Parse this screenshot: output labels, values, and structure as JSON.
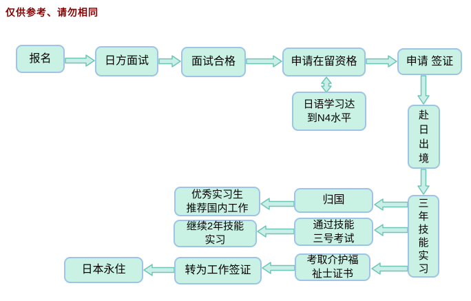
{
  "title": "仅供参考、请勿相同",
  "colors": {
    "box_fill": "#C9F2E4",
    "box_border": "#9DC3E6",
    "arrow_fill": "#C9EFE7",
    "arrow_border": "#6BC5B8",
    "title_color": "#8B0000",
    "text_color": "#000000",
    "background": "#FFFFFF"
  },
  "nodes": {
    "baoming": "报名",
    "rifang_mianshi": "日方面试",
    "mianshi_hege": "面试合格",
    "shenqing_zairyu": "申请在留资格",
    "shenqing_qianzheng": "申请 签证",
    "riyu_n4": "日语学习达\n到N4水平",
    "fu_ri_chujing": "赴\n日\n出\n境",
    "sannian_jineng_shixi": "三\n年\n技\n能\n实\n习",
    "guiguo": "归国",
    "youxiu_tuijian": "优秀实习生\n推荐国内工作",
    "tongguo_sanhao": "通过技能\n三号考试",
    "jixu_2nian": "继续2年技能\n实习",
    "kaoqu_zhengshu": "考取介护福\n祉士证书",
    "zhuanwei_qianzheng": "转为工作签证",
    "riben_yongzhu": "日本永住"
  },
  "edges": [
    {
      "from": "报名",
      "to": "日方面试",
      "style": "arrow-right"
    },
    {
      "from": "日方面试",
      "to": "面试合格",
      "style": "arrow-right"
    },
    {
      "from": "面试合格",
      "to": "申请在留资格",
      "style": "arrow-right"
    },
    {
      "from": "申请在留资格",
      "to": "申请 签证",
      "style": "arrow-right"
    },
    {
      "from": "申请在留资格",
      "to": "日语学习达到N4水平",
      "style": "arrow-both-vertical"
    },
    {
      "from": "申请 签证",
      "to": "赴日出境",
      "style": "arrow-down"
    },
    {
      "from": "赴日出境",
      "to": "三年技能实习",
      "style": "arrow-down"
    },
    {
      "from": "三年技能实习",
      "to": "归国",
      "style": "arrow-left"
    },
    {
      "from": "归国",
      "to": "优秀实习生推荐国内工作",
      "style": "arrow-left"
    },
    {
      "from": "三年技能实习",
      "to": "通过技能三号考试",
      "style": "arrow-left"
    },
    {
      "from": "通过技能三号考试",
      "to": "继续2年技能实习",
      "style": "arrow-left"
    },
    {
      "from": "三年技能实习",
      "to": "考取介护福祉士证书",
      "style": "arrow-left"
    },
    {
      "from": "考取介护福祉士证书",
      "to": "转为工作签证",
      "style": "arrow-left"
    },
    {
      "from": "转为工作签证",
      "to": "日本永住",
      "style": "arrow-left"
    }
  ]
}
